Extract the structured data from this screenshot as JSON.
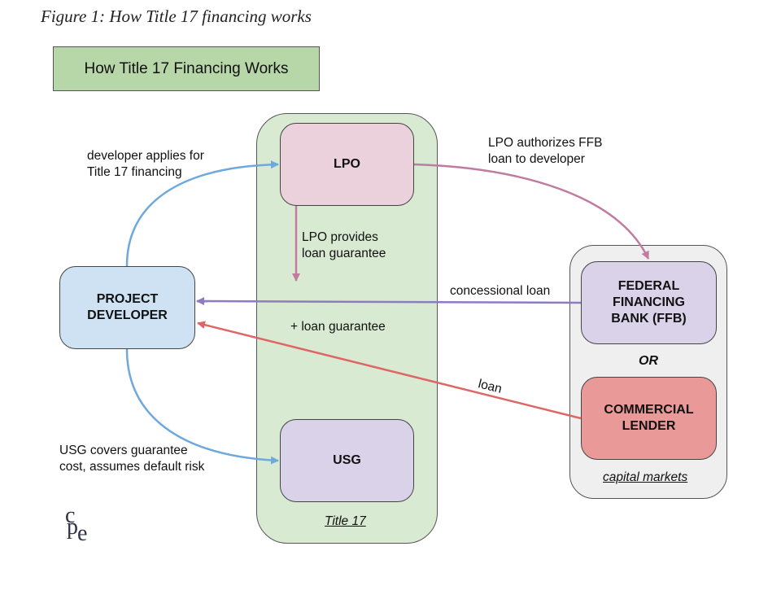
{
  "figure_caption": "Figure 1: How Title 17 financing works",
  "title_box": {
    "text": "How Title 17 Financing Works",
    "color": "#b7d7a8"
  },
  "groups": {
    "title17": {
      "label": "Title 17",
      "color": "#d9ead3"
    },
    "capital_markets": {
      "label": "capital markets",
      "color": "#efefef",
      "separator": "OR"
    }
  },
  "nodes": {
    "lpo": {
      "label": "LPO",
      "color": "#ead1dc"
    },
    "usg": {
      "label": "USG",
      "color": "#d9d2e9"
    },
    "project_developer": {
      "label": "PROJECT\nDEVELOPER",
      "color": "#cfe2f3"
    },
    "ffb": {
      "label": "FEDERAL\nFINANCING\nBANK (FFB)",
      "color": "#d9d2e9"
    },
    "commercial_lender": {
      "label": "COMMERCIAL\nLENDER",
      "color": "#ea9999"
    }
  },
  "edges": [
    {
      "id": "dev-to-lpo",
      "from": "project_developer",
      "to": "lpo",
      "label": "developer applies for\nTitle 17 financing",
      "color": "#6fa8dc"
    },
    {
      "id": "lpo-to-ffb",
      "from": "lpo",
      "to": "ffb",
      "label": "LPO authorizes FFB\nloan to developer",
      "color": "#c27ba0"
    },
    {
      "id": "lpo-guarantee",
      "from": "lpo",
      "to": "",
      "label": "LPO provides\nloan guarantee",
      "color": "#c27ba0"
    },
    {
      "id": "ffb-to-dev",
      "from": "ffb",
      "to": "project_developer",
      "label": "concessional loan",
      "color": "#8e7cc3"
    },
    {
      "id": "cl-to-dev",
      "from": "commercial_lender",
      "to": "project_developer",
      "label": "loan",
      "color": "#e06666"
    },
    {
      "id": "dev-to-usg",
      "from": "project_developer",
      "to": "usg",
      "label": "USG covers guarantee\ncost, assumes default risk",
      "color": "#6fa8dc"
    }
  ],
  "annotations": {
    "plus_guarantee": "+ loan guarantee"
  },
  "logo": {
    "letters": [
      "c",
      "p",
      "e"
    ],
    "icon": "cpe-logo"
  }
}
